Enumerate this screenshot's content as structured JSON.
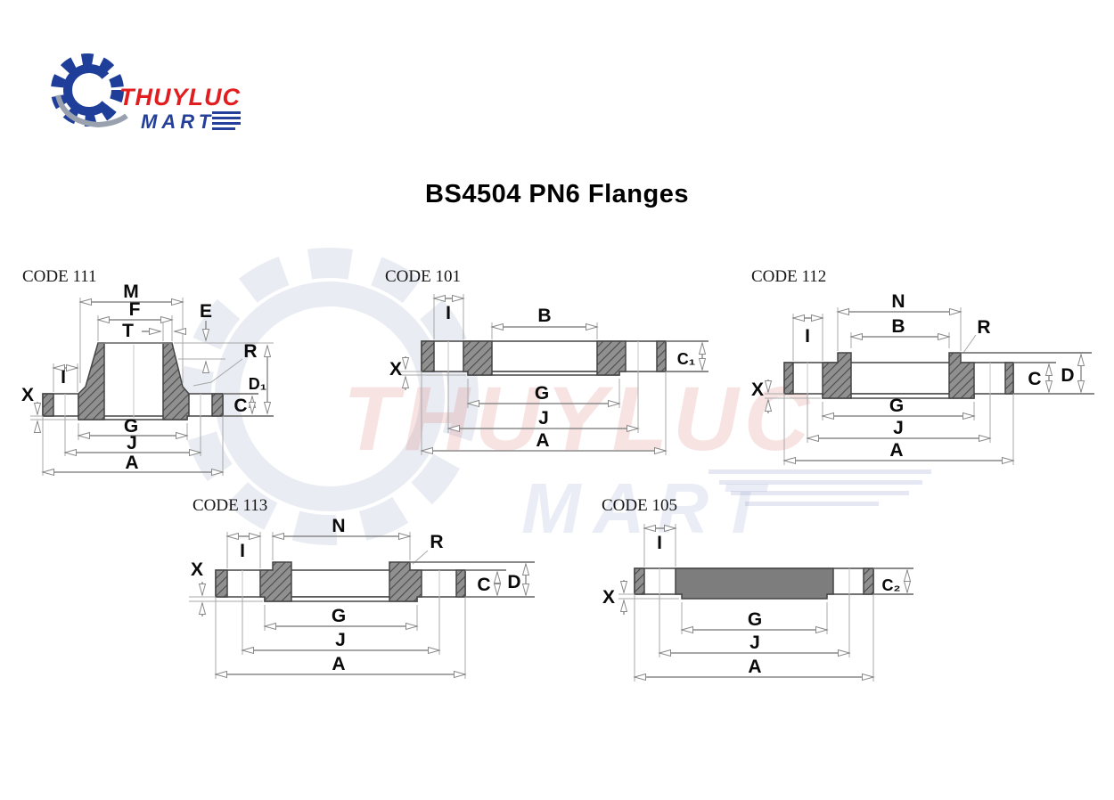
{
  "page": {
    "title": "BS4504 PN6 Flanges"
  },
  "logo": {
    "brand": "THUYLUC",
    "sub": "MART"
  },
  "watermark": {
    "brand": "THUYLUC",
    "sub": "MART"
  },
  "colors": {
    "logo_blue": "#24409a",
    "logo_red": "#e21d20",
    "hatch_gray": "#909090",
    "blind_gray": "#7d7d7d",
    "dim_line_gray": "#8a8a8a",
    "outline_gray": "#454545"
  },
  "diagrams": {
    "code111": {
      "code": "CODE 111",
      "labels": {
        "m": "M",
        "f": "F",
        "t": "T",
        "e": "E",
        "r": "R",
        "d1": "D₁",
        "c": "C",
        "i": "I",
        "x": "X",
        "g": "G",
        "j": "J",
        "a": "A"
      }
    },
    "code101": {
      "code": "CODE 101",
      "labels": {
        "i": "I",
        "b": "B",
        "x": "X",
        "c1": "C₁",
        "g": "G",
        "j": "J",
        "a": "A"
      }
    },
    "code112": {
      "code": "CODE 112",
      "labels": {
        "n": "N",
        "b": "B",
        "r": "R",
        "i": "I",
        "x": "X",
        "c": "C",
        "d": "D",
        "g": "G",
        "j": "J",
        "a": "A"
      }
    },
    "code113": {
      "code": "CODE 113",
      "labels": {
        "n": "N",
        "r": "R",
        "i": "I",
        "x": "X",
        "c": "C",
        "d": "D",
        "g": "G",
        "j": "J",
        "a": "A"
      }
    },
    "code105": {
      "code": "CODE 105",
      "labels": {
        "i": "I",
        "x": "X",
        "c2": "C₂",
        "g": "G",
        "j": "J",
        "a": "A"
      }
    }
  }
}
